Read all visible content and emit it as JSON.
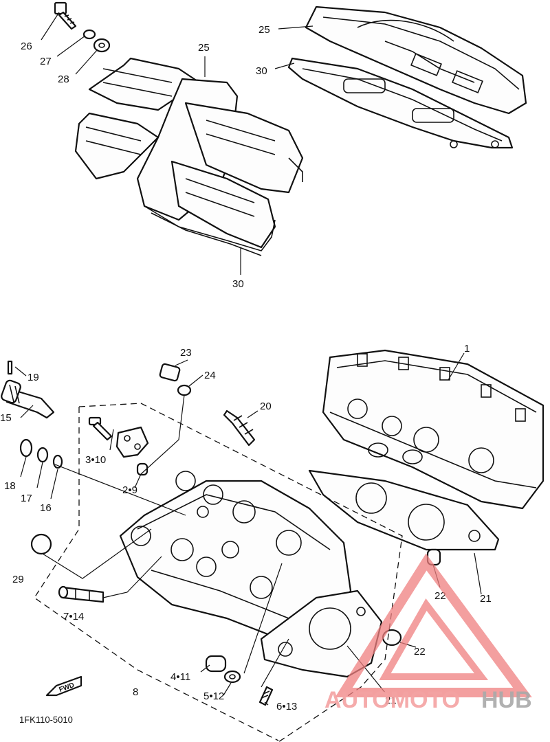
{
  "callouts": {
    "c1": "1",
    "c2_9": "2•9",
    "c3_10": "3•10",
    "c4_11": "4•11",
    "c5_12": "5•12",
    "c6_13": "6•13",
    "c7_14": "7•14",
    "c8": "8",
    "c15": "15",
    "c16": "16",
    "c17": "17",
    "c18": "18",
    "c19": "19",
    "c20": "20",
    "c21a": "21",
    "c21b": "21",
    "c22a": "22",
    "c22b": "22",
    "c23": "23",
    "c24": "24",
    "c25a": "25",
    "c25b": "25",
    "c26": "26",
    "c27": "27",
    "c28": "28",
    "c29": "29",
    "c30a": "30",
    "c30b": "30"
  },
  "fwd_label": "FWD",
  "part_code": "1FK110-5010",
  "watermark": {
    "part1": "AUTOMOTO",
    "part2": "HUB",
    "color1": "#f4a3a3",
    "color2": "#a9a9a9",
    "triangle_color": "#f08080"
  }
}
